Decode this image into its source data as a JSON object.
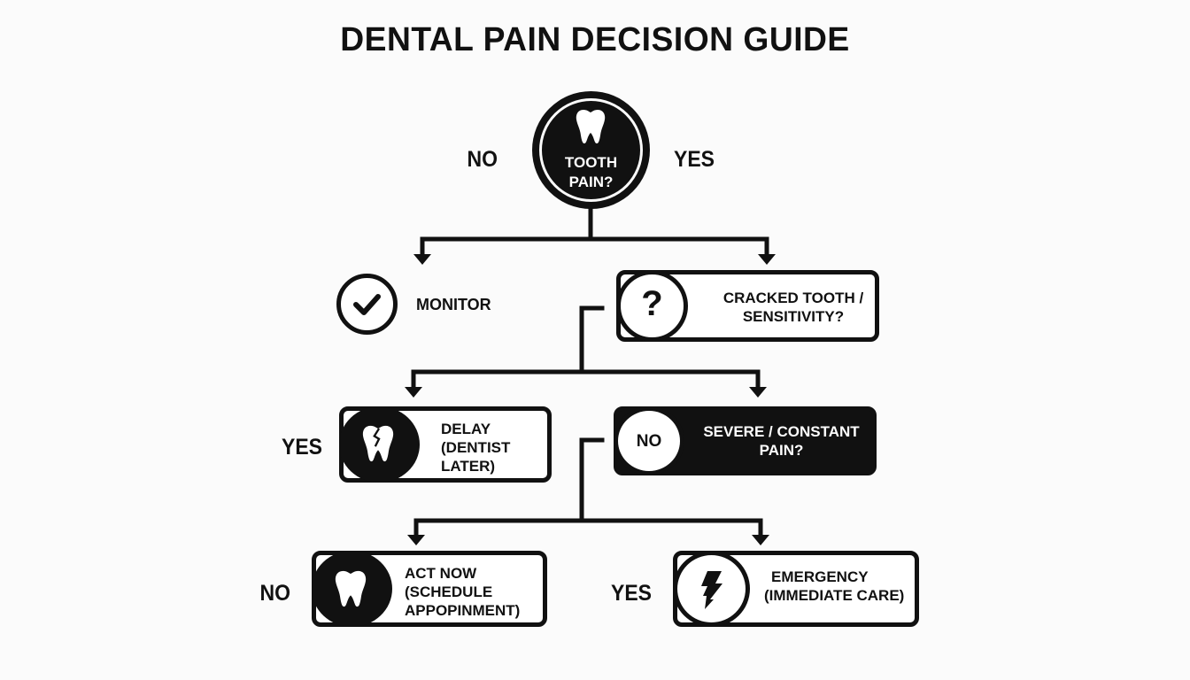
{
  "title": "DENTAL PAIN DECISION GUIDE",
  "root": {
    "icon": "tooth-icon",
    "question": [
      "TOOTH",
      "PAIN?"
    ],
    "no_label": "NO",
    "yes_label": "YES"
  },
  "monitor": {
    "icon": "check-circle-icon",
    "label": "MONITOR"
  },
  "cracked": {
    "icon": "question-icon",
    "badge_text": "?",
    "question": [
      "CRACKED TOOTH /",
      "SENSITIVITY?"
    ]
  },
  "delay": {
    "branch_label": "YES",
    "icon": "cracked-tooth-icon",
    "text": [
      "DELAY",
      "(DENTIST",
      "LATER)"
    ]
  },
  "severe": {
    "badge_text": "NO",
    "question": [
      "SEVERE / CONSTANT",
      "PAIN?"
    ]
  },
  "act_now": {
    "branch_label": "NO",
    "icon": "tooth-icon",
    "text": [
      "ACT NOW",
      "(SCHEDULE",
      "APPOPINMENT)"
    ]
  },
  "emergency": {
    "branch_label": "YES",
    "icon": "lightning-bolt-icon",
    "text": [
      "EMERGENCY",
      "(IMMEDIATE CARE)"
    ]
  },
  "colors": {
    "ink": "#111111",
    "background": "#fbfbfb",
    "node_fill": "#ffffff"
  }
}
